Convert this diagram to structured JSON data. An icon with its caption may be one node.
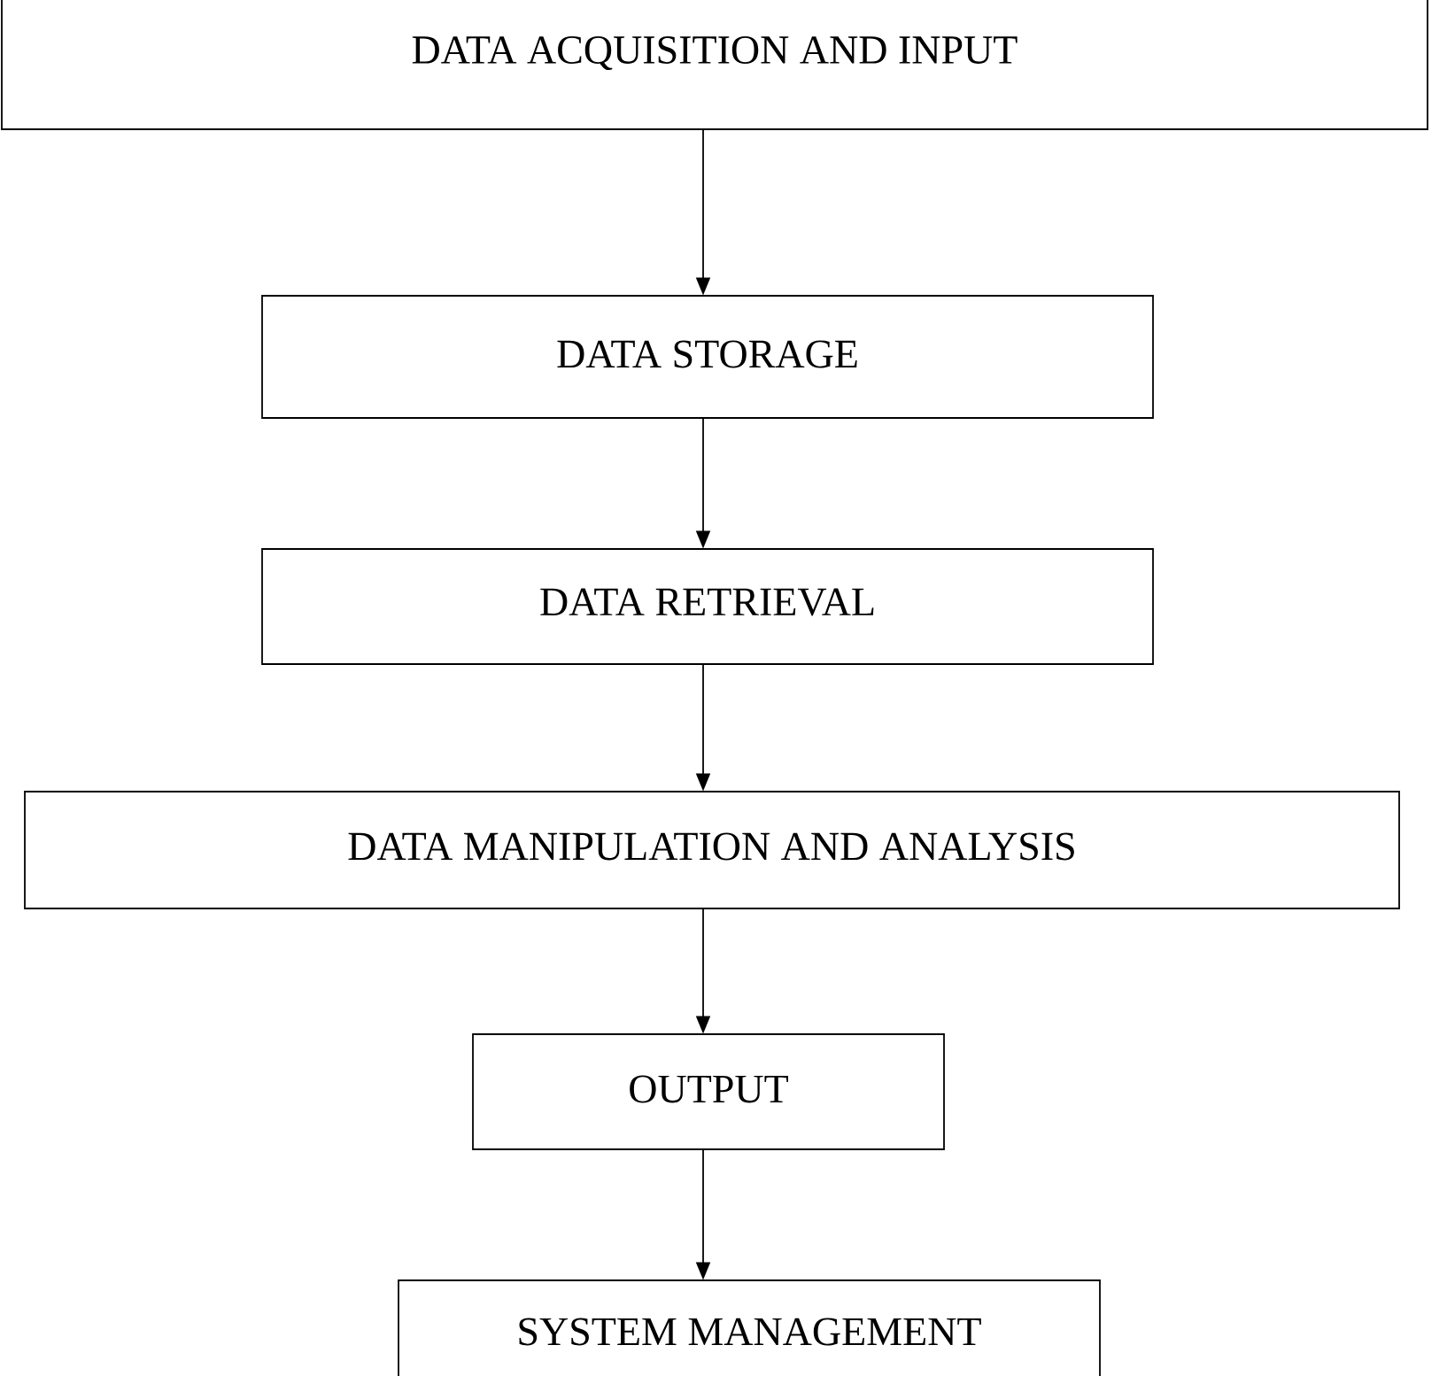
{
  "diagram": {
    "nodes": [
      {
        "text": [
          "DATA ACQUISITION AND INPUT"
        ]
      },
      {
        "text": [
          "DATA STORAGE"
        ]
      },
      {
        "text": [
          "DATA RETRIEVAL"
        ]
      },
      {
        "text": [
          "DATA MANIPULATION AND ANALYSIS"
        ]
      },
      {
        "text": [
          "OUTPUT"
        ]
      },
      {
        "text": [
          "SYSTEM MANAGEMENT"
        ]
      }
    ],
    "edges": [
      {
        "from": 0,
        "to": 1,
        "arrow": "to"
      },
      {
        "from": 1,
        "to": 2,
        "arrow": "to"
      },
      {
        "from": 2,
        "to": 3,
        "arrow": "to"
      },
      {
        "from": 3,
        "to": 4,
        "arrow": "to"
      },
      {
        "from": 4,
        "to": 5,
        "arrow": "to"
      }
    ]
  }
}
